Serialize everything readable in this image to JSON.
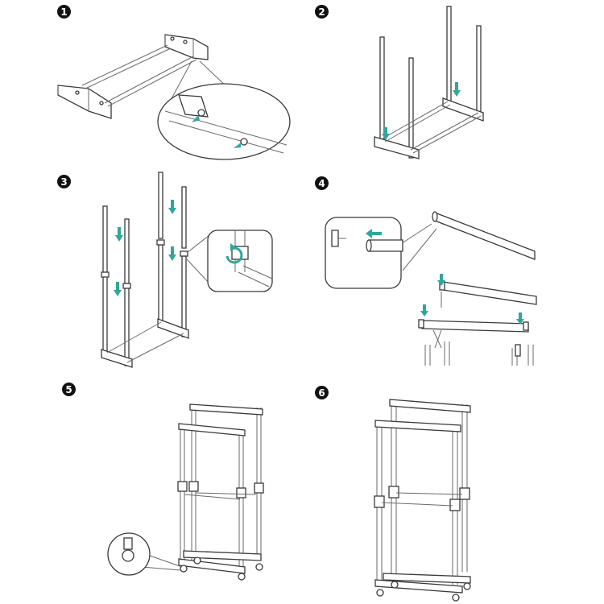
{
  "steps": [
    {
      "number": "1",
      "description": "base-frame-assembly"
    },
    {
      "number": "2",
      "description": "insert-vertical-poles"
    },
    {
      "number": "3",
      "description": "connect-upper-poles"
    },
    {
      "number": "4",
      "description": "attach-hanging-rails"
    },
    {
      "number": "5",
      "description": "attach-casters"
    },
    {
      "number": "6",
      "description": "finished-rack"
    }
  ],
  "colors": {
    "arrow": "#2fa89a",
    "line": "#3a3a3a",
    "background": "#ffffff"
  },
  "icons": [
    "step-number-icon",
    "arrow-down-icon",
    "arrow-left-icon",
    "rotate-icon",
    "magnifier-callout",
    "caster-wheel-icon"
  ]
}
